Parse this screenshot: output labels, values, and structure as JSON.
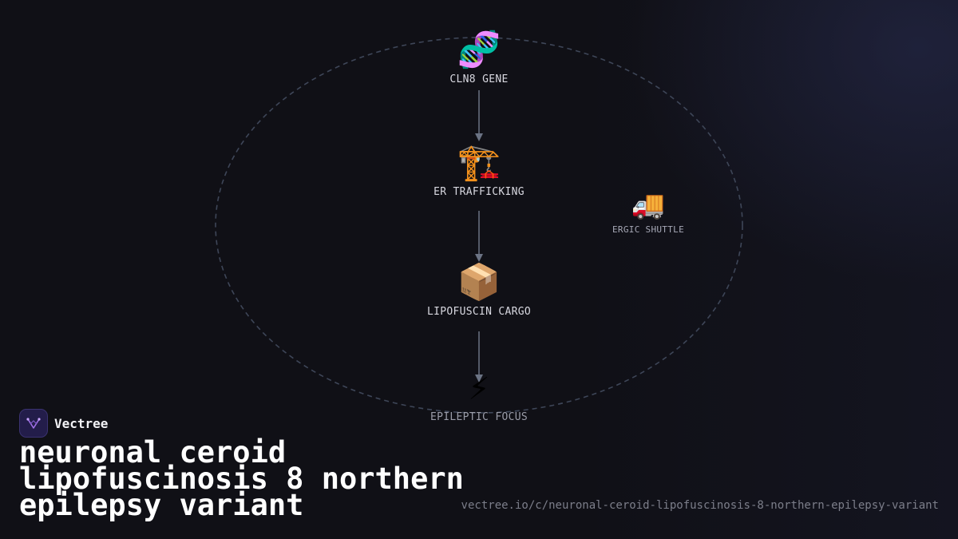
{
  "brand": {
    "name": "Vectree",
    "logo_icon": "vectree-logo-icon"
  },
  "title": "neuronal ceroid lipofuscinosis 8 northern epilepsy variant",
  "url": "vectree.io/c/neuronal-ceroid-lipofuscinosis-8-northern-epilepsy-variant",
  "nodes": [
    {
      "id": "cln8-gene",
      "emoji": "🧬",
      "icon": "dna-icon",
      "label": "CLN8 GENE"
    },
    {
      "id": "er-trafficking",
      "emoji": "🏗️",
      "icon": "construction-crane-icon",
      "label": "ER TRAFFICKING"
    },
    {
      "id": "lipofuscin-cargo",
      "emoji": "📦",
      "icon": "package-icon",
      "label": "LIPOFUSCIN CARGO"
    },
    {
      "id": "epileptic-focus",
      "emoji": "⚡",
      "icon": "lightning-icon",
      "label": "EPILEPTIC FOCUS"
    },
    {
      "id": "ergic-shuttle",
      "emoji": "🚚",
      "icon": "delivery-truck-icon",
      "label": "ERGIC SHUTTLE"
    }
  ],
  "edges": [
    {
      "from": "cln8-gene",
      "to": "er-trafficking"
    },
    {
      "from": "er-trafficking",
      "to": "lipofuscin-cargo"
    },
    {
      "from": "lipofuscin-cargo",
      "to": "epileptic-focus"
    }
  ],
  "colors": {
    "background": "#101016",
    "arrow": "#6b7384",
    "dashed_outline": "#3e4658",
    "logo_accent": "#a070e8"
  }
}
